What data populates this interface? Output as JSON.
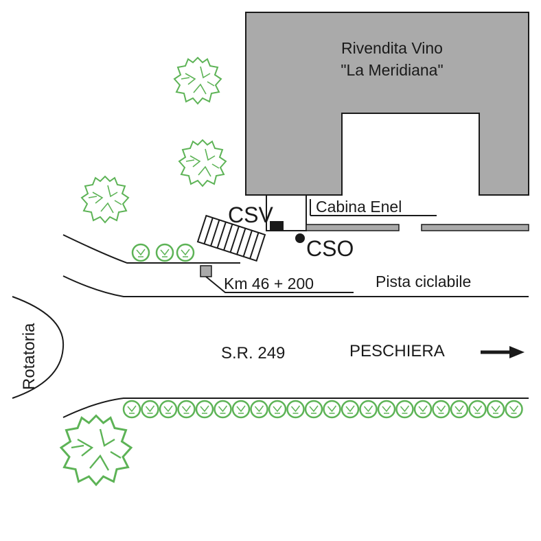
{
  "map": {
    "building": {
      "name_line1": "Rivendita Vino",
      "name_line2": "\"La Meridiana\"",
      "fill_color": "#aaaaaa"
    },
    "enel_cabin": {
      "label": "Cabina Enel"
    },
    "csv": {
      "label": "CSV"
    },
    "cso": {
      "label": "CSO"
    },
    "km_marker": {
      "label": "Km 46 + 200"
    },
    "bike_path": {
      "label": "Pista ciclabile"
    },
    "road": {
      "label": "S.R. 249"
    },
    "direction": {
      "label": "PESCHIERA",
      "arrow_icon": "arrow-right-icon"
    },
    "roundabout": {
      "label": "Rotatoria"
    },
    "colors": {
      "vegetation": "#5db356",
      "lines": "#1a1a1a",
      "gray": "#aaaaaa"
    }
  }
}
